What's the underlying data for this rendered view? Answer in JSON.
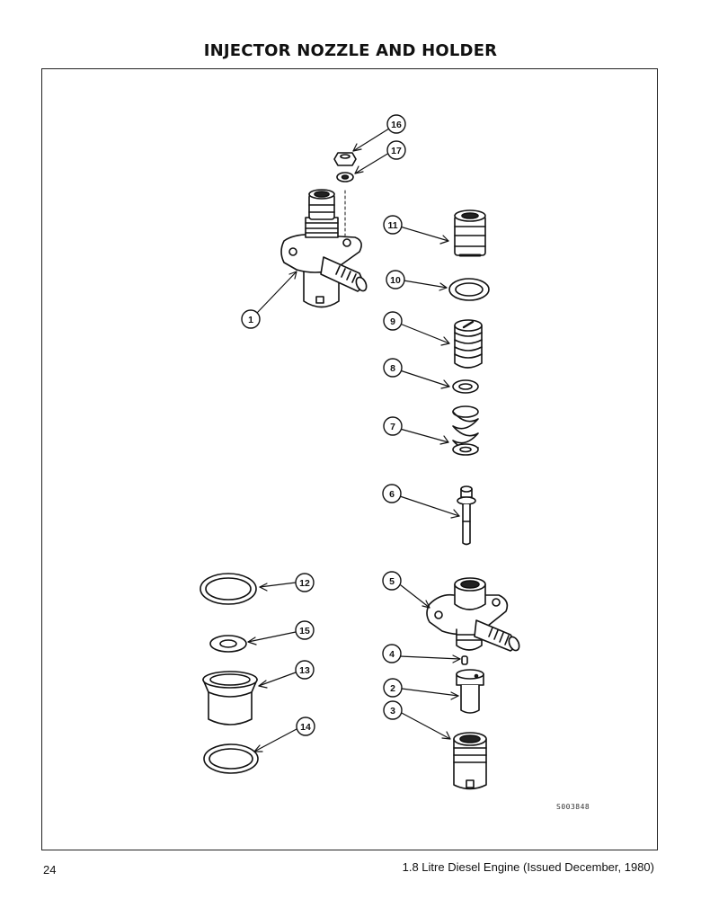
{
  "page": {
    "title": "INJECTOR NOZZLE AND HOLDER",
    "figure_ref": "S003848",
    "page_number": "24",
    "footer": "1.8 Litre Diesel Engine (Issued December, 1980)"
  },
  "callouts": [
    "16",
    "17",
    "11",
    "10",
    "1",
    "9",
    "8",
    "7",
    "6",
    "12",
    "5",
    "15",
    "4",
    "13",
    "2",
    "3",
    "14"
  ]
}
